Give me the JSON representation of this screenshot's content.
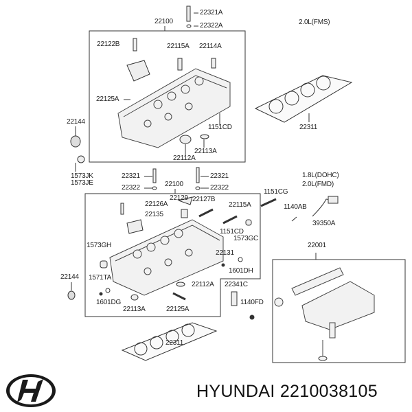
{
  "diagram": {
    "top_section": {
      "variant": "2.0L(FMS)",
      "labels": [
        "22321A",
        "22322A",
        "22100",
        "22122B",
        "22115A",
        "22114A",
        "22125A",
        "22144",
        "1151CD",
        "22311",
        "22113A",
        "22112A",
        "1573JK",
        "1573JE"
      ]
    },
    "middle_section": {
      "variant_line1": "1.8L(DOHC)",
      "variant_line2": "2.0L(FMD)",
      "labels": [
        "22321",
        "22322",
        "22100",
        "22321",
        "22322",
        "22129",
        "22126A",
        "22127B",
        "22115A",
        "1151CG",
        "1140AB",
        "22135",
        "39350A",
        "1151CD",
        "1573GC",
        "1573GH",
        "22001",
        "22131",
        "1601DH",
        "22144",
        "1571TA",
        "22112A",
        "22341C",
        "1140FD",
        "1601DG",
        "22113A",
        "22125A",
        "22311"
      ]
    }
  },
  "caption": {
    "brand": "HYUNDAI",
    "part_number": "2210038105",
    "text": "HYUNDAI 2210038105"
  }
}
